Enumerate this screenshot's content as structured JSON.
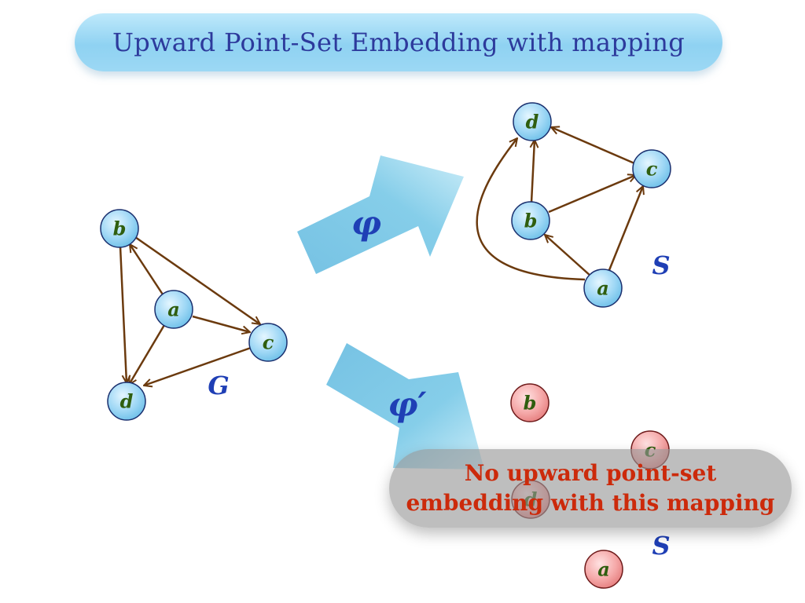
{
  "title": "Upward Point-Set Embedding with mapping",
  "graph_G": {
    "label": "G",
    "nodes": {
      "a": "a",
      "b": "b",
      "c": "c",
      "d": "d"
    },
    "edges": [
      [
        "a",
        "b"
      ],
      [
        "a",
        "c"
      ],
      [
        "a",
        "d"
      ],
      [
        "b",
        "c"
      ],
      [
        "b",
        "d"
      ],
      [
        "c",
        "d"
      ]
    ]
  },
  "mapping_phi": {
    "label": "φ",
    "set_label": "S",
    "nodes": {
      "a": "a",
      "b": "b",
      "c": "c",
      "d": "d"
    }
  },
  "mapping_phi_prime": {
    "label": "φ′",
    "set_label": "S",
    "nodes": {
      "a": "a",
      "b": "b",
      "c": "c",
      "d": "d"
    }
  },
  "message": "No upward point-set\nembedding with this mapping",
  "colors": {
    "edge": "#6b3a0e",
    "node_blue": "#8ccff3",
    "node_red": "#f29a9a",
    "label_green": "#2f5e0f",
    "label_blue": "#1f3fb5",
    "message_red": "#cc2a0b",
    "arrow_blue": "#7cc6e4"
  }
}
